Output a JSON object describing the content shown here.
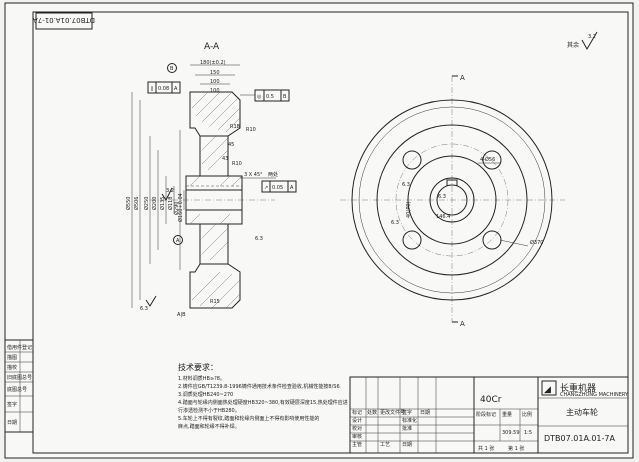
{
  "header_code": "DTB07.01A.01-7A",
  "roughness_note": "其余",
  "roughness_value": "3.2",
  "section_label": "A-A",
  "side_dims": {
    "d1": "180(±0.2)",
    "d2": "150",
    "d3": "100",
    "d4": "100",
    "flat": "0.08",
    "flat_ref": "A",
    "runout": "0.5",
    "runout_ref": "B",
    "r18": "R18",
    "r10": "R10",
    "r10b": "R10",
    "r15": "R15",
    "w45": "45",
    "d43": "43",
    "chamfer": "3 X 45°",
    "chamfer_note": "两处",
    "tol2": "0.05",
    "tol2_ref": "A",
    "rough_hole": "3.2",
    "rough_face": "6.3",
    "rough_bot": "6.3",
    "mark_ab": "A|B",
    "v1": "Ø550",
    "v2": "Ø506",
    "v3": "Ø250",
    "v4": "Ø200",
    "v5": "Ø135",
    "v6": "Ø118",
    "v7": "Ø290",
    "v8": "Ø160+0.04",
    "circ_b": "B",
    "circ_a": "A"
  },
  "front_dims": {
    "sec_a_top": "A",
    "sec_a_bot": "A",
    "holes": "4-Ø56",
    "bcd": "Ø370",
    "w1": "146.4",
    "w2": "40(P9)",
    "r1": "6.3",
    "r2": "6.3",
    "r3": "6.3"
  },
  "tech_req": {
    "title": "技术要求：",
    "items": [
      "1.材料调质HB≥?8。",
      "2.铸件应GB/T1239.8-1996铸件通用技术条件检查验收,机械性能按8/S6",
      "3.调质处理HB240~270",
      "4.踏面与轮缘内侧面热处理硬度HB320~380,有效硬层深度15,热处理件应进",
      "行渗透检测不小于HB280。",
      "5.车轮上不得有裂纹,踏面和轮缘内侧面上不得有影响使用性能的",
      "麻点,踏面和轮缘不得补焊。"
    ]
  },
  "title_block": {
    "material": "40Cr",
    "part_name": "主动车轮",
    "drawing_no": "DTB07.01A.01-7A",
    "company_cn": "长重机器",
    "company_en": "CHANGZHONG MACHINERY",
    "stage_mark": "阶段标记",
    "weight": "重量",
    "scale": "比例",
    "weight_val": "309.59",
    "scale_val": "1:5",
    "sheet_total": "共 1 张",
    "sheet_no": "第 1 张",
    "roles": [
      "标记",
      "设计",
      "校对",
      "审核",
      "主管"
    ],
    "cols": [
      "处数",
      "更改文件号",
      "签字",
      "日期"
    ],
    "std": "标准化",
    "approve": "批准",
    "date": "日期",
    "process": "工艺"
  },
  "left_strip": {
    "rows": [
      "借用件登记",
      "描图",
      "描校",
      "旧底图总号",
      "底图总号",
      "签字",
      "日期"
    ]
  }
}
